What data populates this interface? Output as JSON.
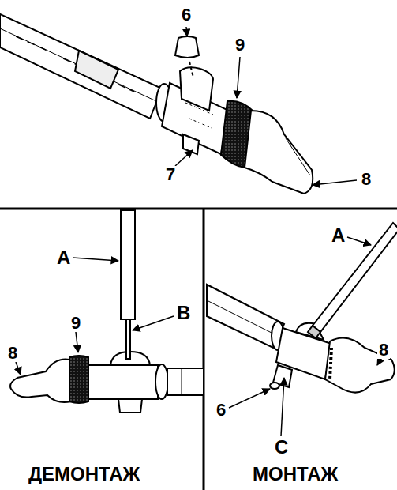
{
  "diagram": {
    "labels": [
      "6",
      "9",
      "7",
      "8",
      "A",
      "B",
      "8",
      "9",
      "ДЕМОНТАЖ",
      "A",
      "8",
      "6",
      "C",
      "МОНТАЖ"
    ]
  }
}
